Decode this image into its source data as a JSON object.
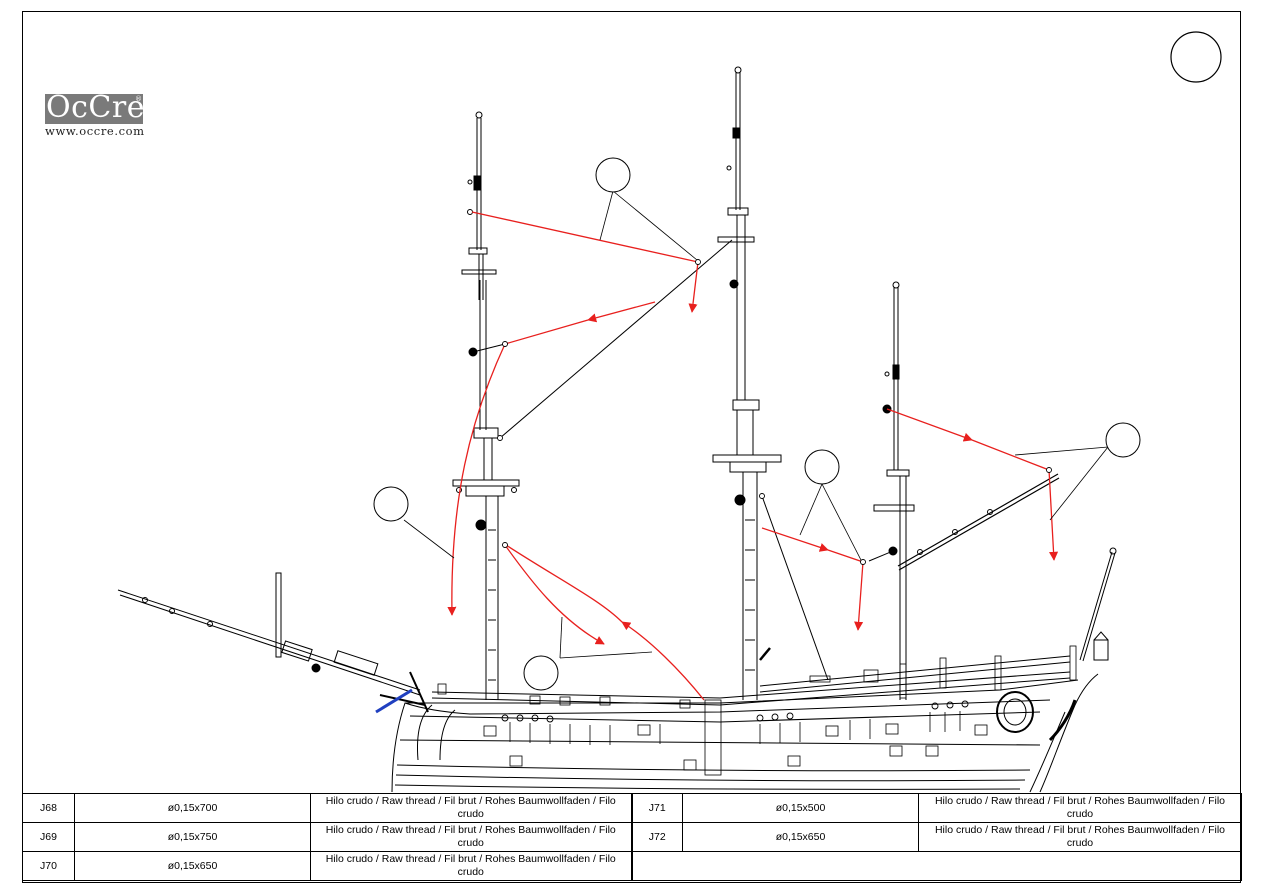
{
  "brand": {
    "name": "OcCre",
    "url": "www.occre.com"
  },
  "colors": {
    "arrow": "#e8201e",
    "line": "#000000"
  },
  "callouts": [
    {
      "id": "step",
      "label": ""
    },
    {
      "id": "top-left",
      "label": ""
    },
    {
      "id": "left",
      "label": ""
    },
    {
      "id": "bottom",
      "label": ""
    },
    {
      "id": "mid",
      "label": ""
    },
    {
      "id": "right",
      "label": ""
    }
  ],
  "parts": [
    {
      "code": "J68",
      "size": "ø0,15x700",
      "material": "Hilo crudo / Raw thread / Fil brut / Rohes Baumwollfaden / Filo crudo"
    },
    {
      "code": "J69",
      "size": "ø0,15x750",
      "material": "Hilo crudo / Raw thread / Fil brut / Rohes Baumwollfaden / Filo crudo"
    },
    {
      "code": "J70",
      "size": "ø0,15x650",
      "material": "Hilo crudo / Raw thread / Fil brut / Rohes Baumwollfaden / Filo crudo"
    },
    {
      "code": "J71",
      "size": "ø0,15x500",
      "material": "Hilo crudo / Raw thread / Fil brut / Rohes Baumwollfaden / Filo crudo"
    },
    {
      "code": "J72",
      "size": "ø0,15x650",
      "material": "Hilo crudo / Raw thread / Fil brut / Rohes Baumwollfaden / Filo crudo"
    }
  ]
}
